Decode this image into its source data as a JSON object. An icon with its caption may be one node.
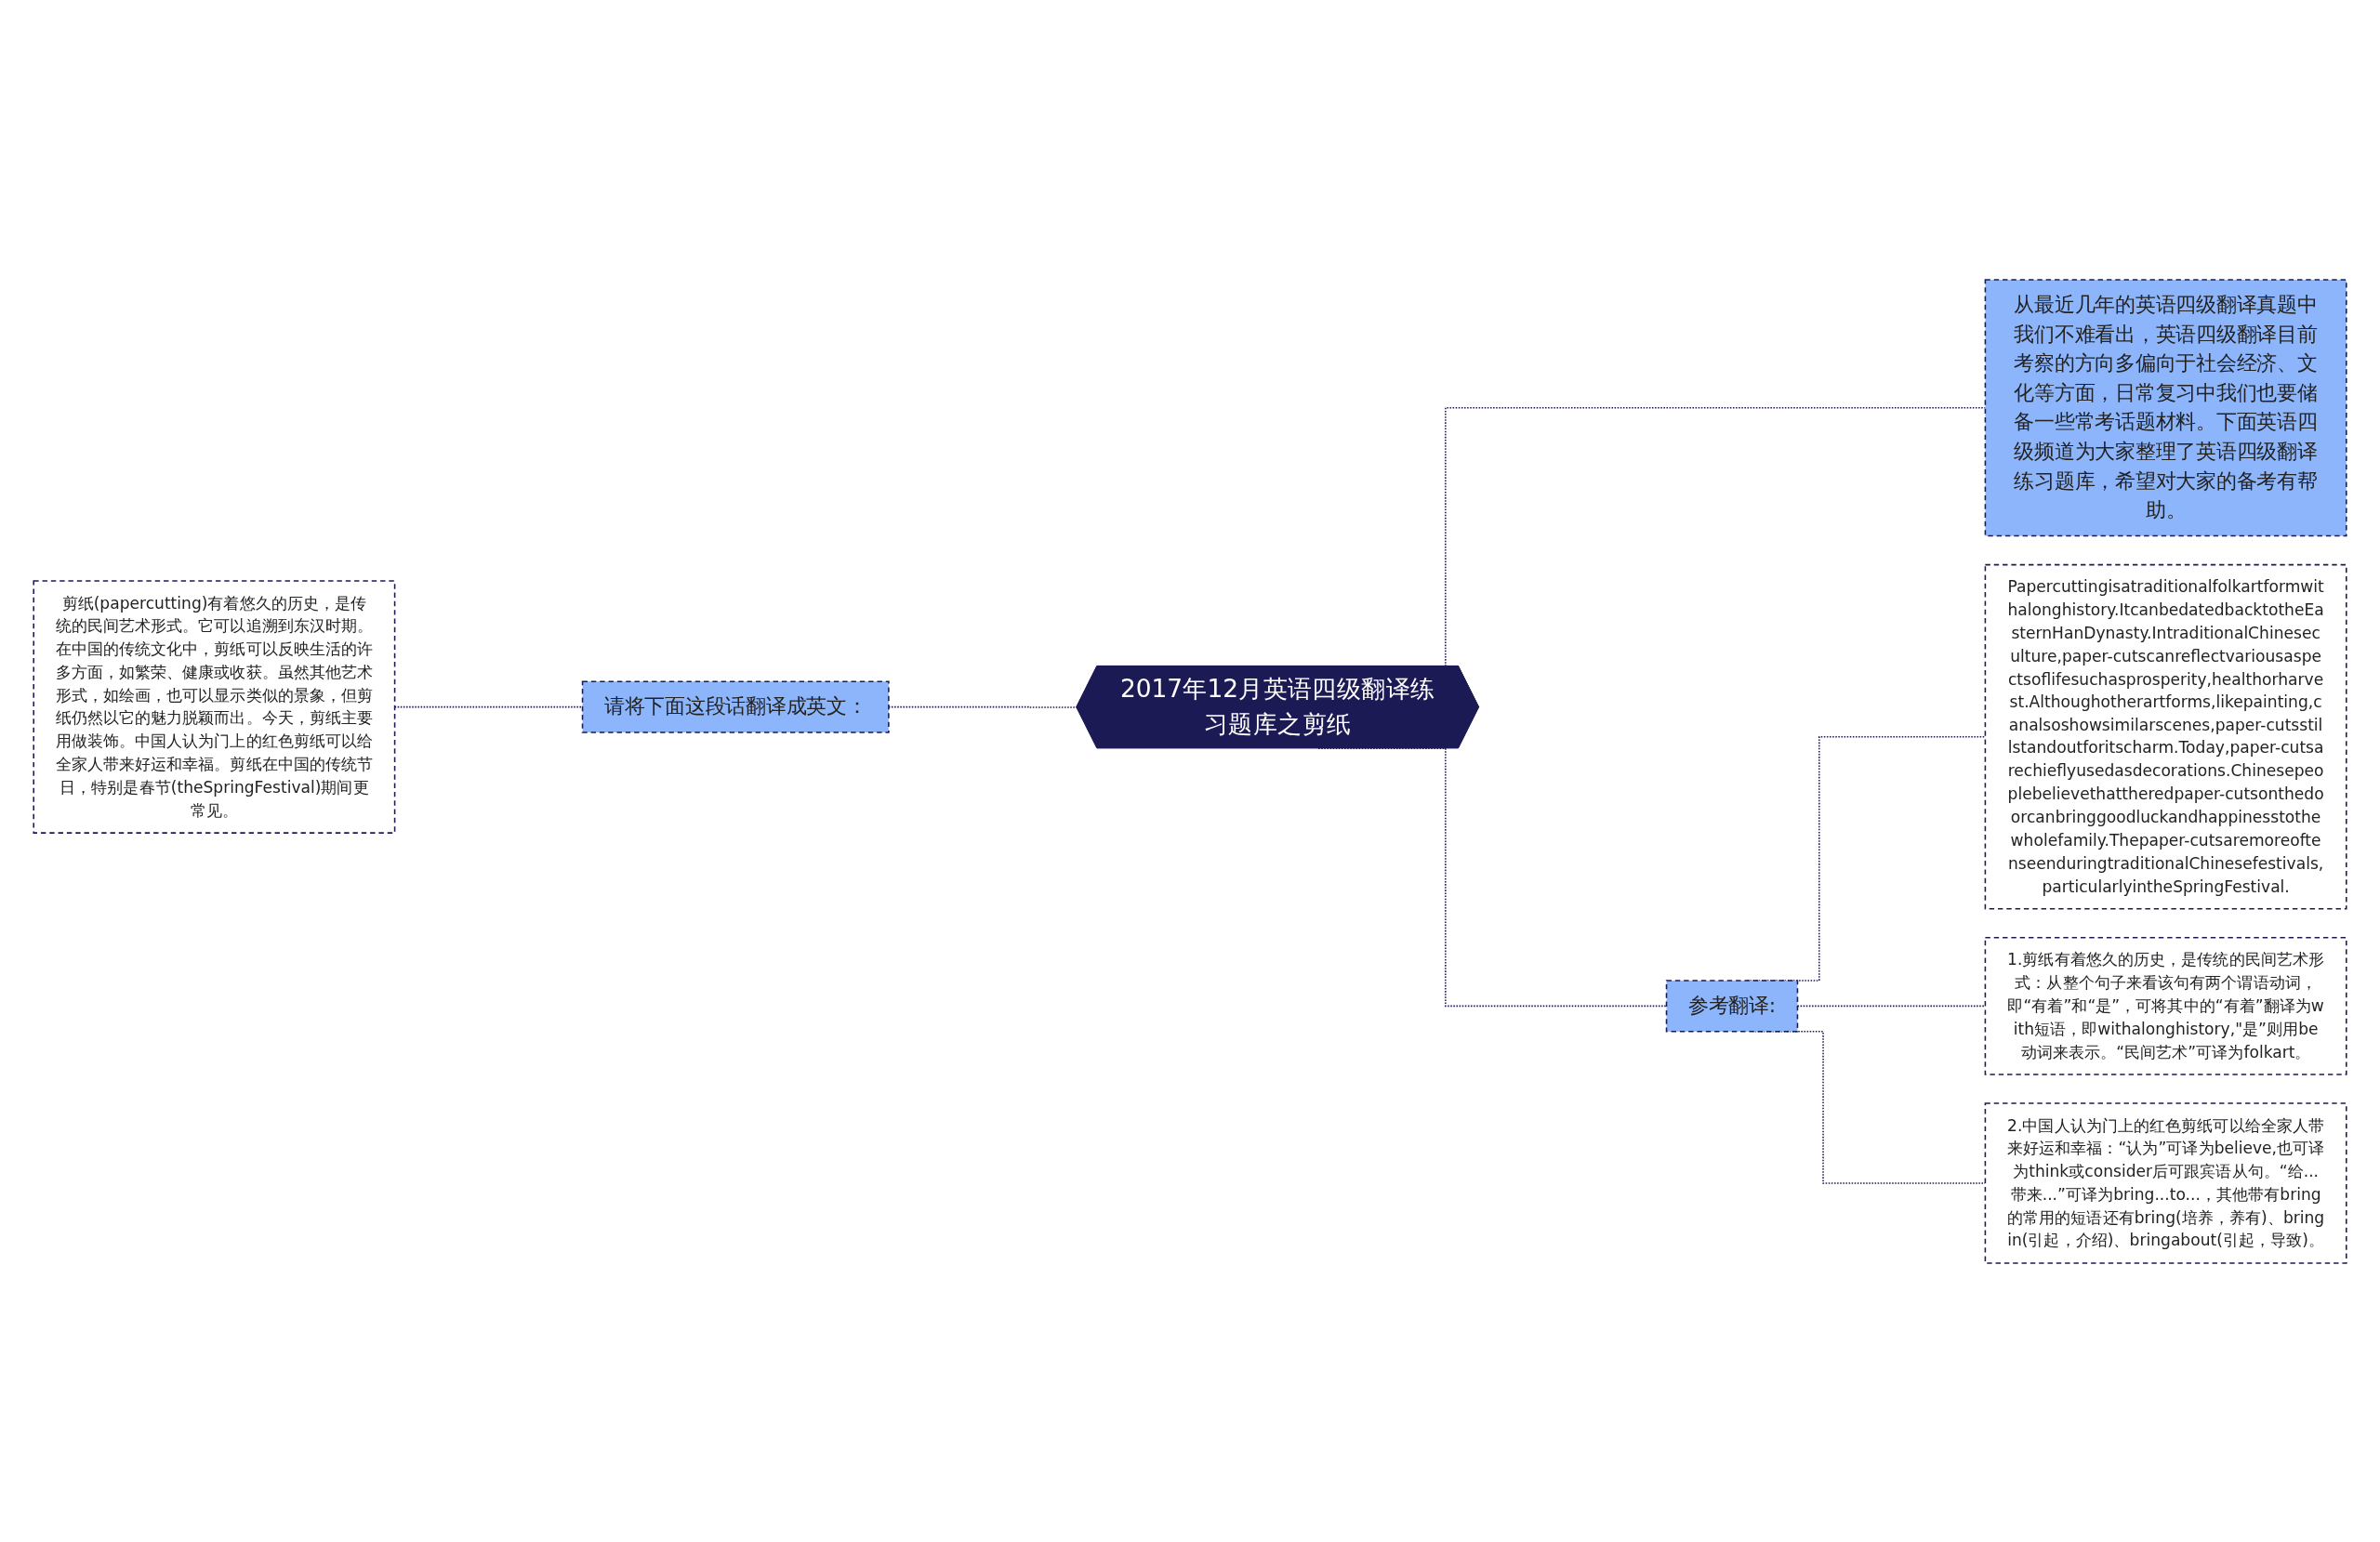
{
  "diagram": {
    "nodes": [
      {
        "text": [
          "2017年12月英语四级翻译练习题库之剪纸"
        ]
      },
      {
        "text": [
          "从最近几年的英语四级翻译真题中我们不难看出，英语四级翻译目前考察的方向多偏向于社会经济、文化等方面，日常复习中我们也要储备一些常考话题材料。下面英语四级频道为大家整理了英语四级翻译练习题库，希望对大家的备考有帮助。"
        ]
      },
      {
        "text": [
          "请将下面这段话翻译成英文："
        ]
      },
      {
        "text": [
          "剪纸(papercutting)有着悠久的历史，是传统的民间艺术形式。它可以追溯到东汉时期。在中国的传统文化中，剪纸可以反映生活的许多方面，如繁荣、健康或收获。虽然其他艺术形式，如绘画，也可以显示类似的景象，但剪纸仍然以它的魅力脱颖而出。今天，剪纸主要用做装饰。中国人认为门上的红色剪纸可以给全家人带来好运和幸福。剪纸在中国的传统节日，特别是春节(theSpringFestival)期间更常见。"
        ]
      },
      {
        "text": [
          "参考翻译:"
        ]
      },
      {
        "text": [
          "Papercuttingisatraditionalfolkartformwithalonghistory.ItcanbedatedbacktotheEasternHanDynasty.IntraditionalChineseculture,paper-cutscanreflectvariousaspectsoflifesuchasprosperity,healthorharvest.Althoughotherartforms,likepainting,canalsoshowsimilarscenes,paper-cutsstillstandoutforitscharm.Today,paper-cutsarechieflyusedasdecorations.Chinesepeoplebelievethattheredpaper-cutsonthedoorcanbringgoodluckandhappinesstothewholefamily.Thepaper-cutsaremoreoftenseenduringtraditionalChinesefestivals,particularlyintheSpringFestival."
        ]
      },
      {
        "text": [
          "1.剪纸有着悠久的历史，是传统的民间艺术形式：从整个句子来看该句有两个谓语动词，即“有着”和“是”，可将其中的“有着”翻译为with短语，即withalonghistory,\"是”则用be动词来表示。“民间艺术”可译为folkart。"
        ]
      },
      {
        "text": [
          "2.中国人认为门上的红色剪纸可以给全家人带来好运和幸福：“认为”可译为believe,也可译为think或consider后可跟宾语从句。“给...带来...”可译为bring...to...，其他带有bring的常用的短语还有bring(培养，养有)、bringin(引起，介绍)、bringabout(引起，导致)。"
        ]
      }
    ],
    "edges": [
      {
        "from": 0,
        "to": 1,
        "arrow": "none",
        "style": "dashed"
      },
      {
        "from": 0,
        "to": 2,
        "arrow": "none",
        "style": "dashed"
      },
      {
        "from": 2,
        "to": 3,
        "arrow": "none",
        "style": "dashed"
      },
      {
        "from": 0,
        "to": 4,
        "arrow": "none",
        "style": "dashed"
      },
      {
        "from": 4,
        "to": 5,
        "arrow": "none",
        "style": "dashed"
      },
      {
        "from": 4,
        "to": 6,
        "arrow": "none",
        "style": "dashed"
      },
      {
        "from": 4,
        "to": 7,
        "arrow": "none",
        "style": "dashed"
      }
    ]
  }
}
